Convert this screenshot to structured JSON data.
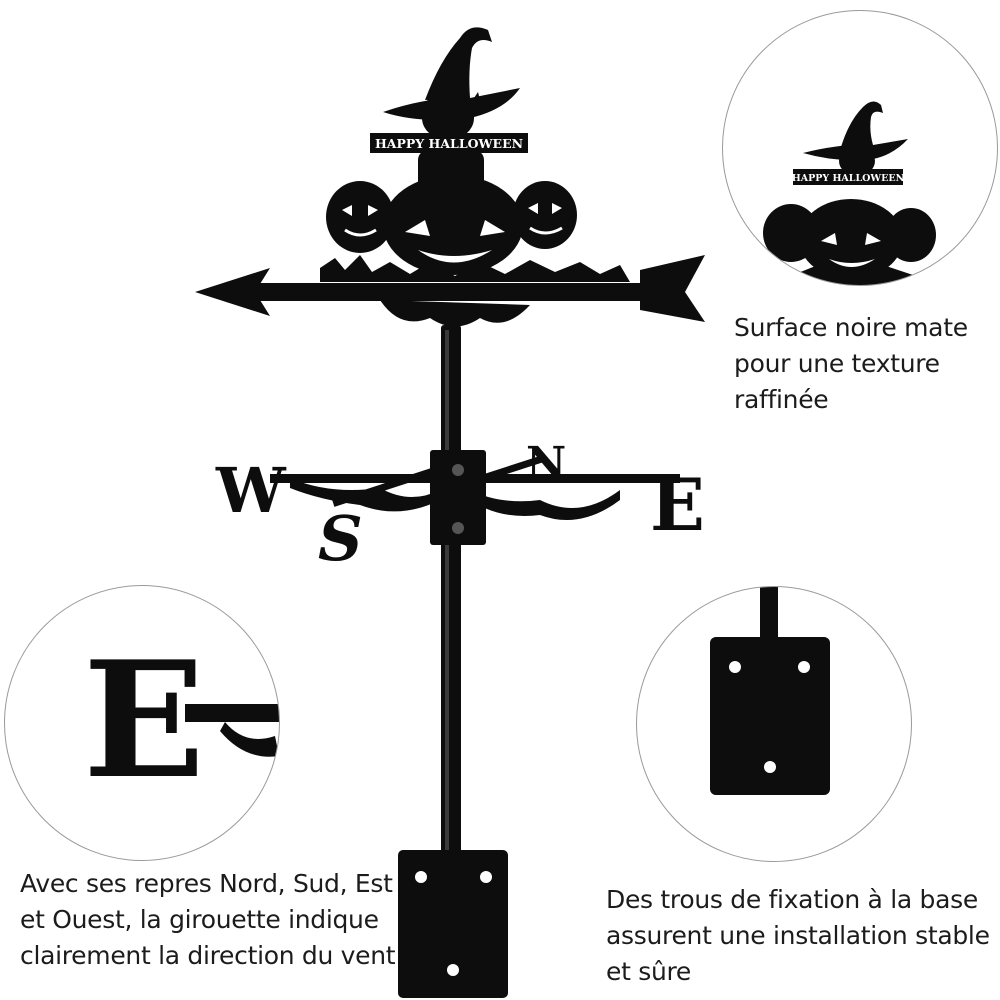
{
  "product": {
    "banner_text": "HAPPY HALLOWEEN",
    "compass": {
      "west": "W",
      "east": "E",
      "north": "N",
      "south": "S"
    }
  },
  "detail_top": {
    "banner_text": "HAPPY HALLOWEEN",
    "caption_lines": [
      "Surface noire mate",
      "pour une texture",
      "raffinée"
    ]
  },
  "detail_left": {
    "letter": "E",
    "caption_lines": [
      "Avec ses repres Nord, Sud, Est",
      "et Ouest, la girouette indique",
      "clairement la direction du vent"
    ]
  },
  "detail_right": {
    "caption_lines": [
      "Des trous de fixation à la base",
      "assurent une installation stable",
      "et sûre"
    ]
  },
  "colors": {
    "metal": "#0d0d0d",
    "circle_border": "#9a9a9a",
    "text": "#1c1c1c"
  }
}
